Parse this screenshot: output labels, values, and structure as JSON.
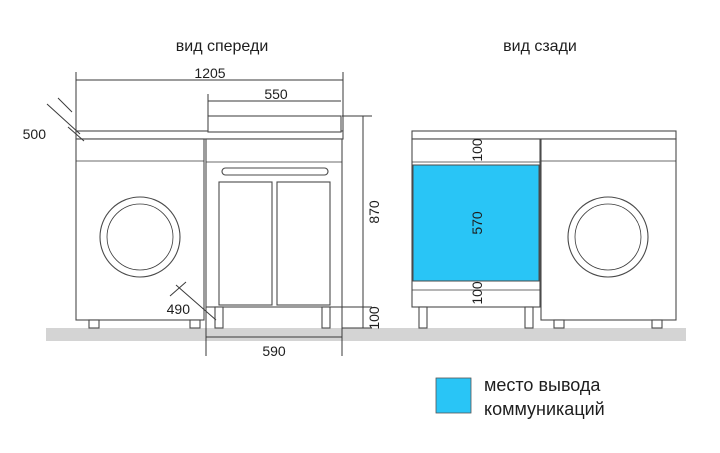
{
  "views": {
    "front_title": "вид спереди",
    "back_title": "вид сзади"
  },
  "dimensions": {
    "total_width": "1205",
    "top_width": "550",
    "depth_left": "500",
    "height_total": "870",
    "depth_cabinet": "490",
    "leg_height": "100",
    "cabinet_width": "590",
    "back_top_offset": "100",
    "back_zone_height": "570",
    "back_bottom_offset": "100"
  },
  "legend": {
    "line1": "место вывода",
    "line2": "коммуникаций"
  },
  "colors": {
    "communication_zone": "#29c5f6",
    "floor": "#d4d4d4",
    "outline": "#4a4a4a"
  }
}
